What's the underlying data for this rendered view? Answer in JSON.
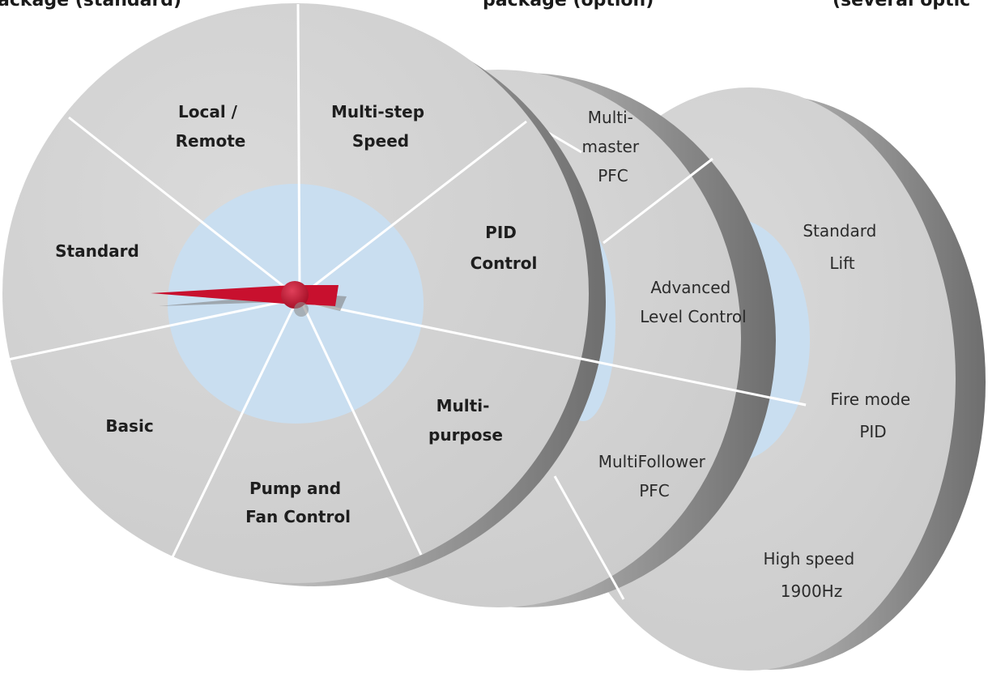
{
  "headers": {
    "standard": "ackage (standard)",
    "option": "package (option)",
    "several": "(several optic"
  },
  "disc_front": {
    "segments": [
      [
        "Local /",
        "Remote"
      ],
      [
        "Multi-step",
        "Speed"
      ],
      [
        "PID",
        "Control"
      ],
      [
        "Standard"
      ],
      [
        "Basic"
      ],
      [
        "Multi-",
        "purpose"
      ],
      [
        "Pump and",
        "Fan Control"
      ]
    ]
  },
  "disc_middle": {
    "segments": [
      [
        "Multi-",
        "master",
        "PFC"
      ],
      [
        "Advanced",
        "Level Control"
      ],
      [
        "MultiFollower",
        "PFC"
      ]
    ]
  },
  "disc_back": {
    "segments": [
      [
        "Standard",
        "Lift"
      ],
      [
        "Fire mode",
        "PID"
      ],
      [
        "High speed",
        "1900Hz"
      ]
    ]
  },
  "colors": {
    "disc_face": "#d3d3d3",
    "hub": "#c9def0",
    "needle": "#c8102e",
    "divider": "#ffffff"
  }
}
